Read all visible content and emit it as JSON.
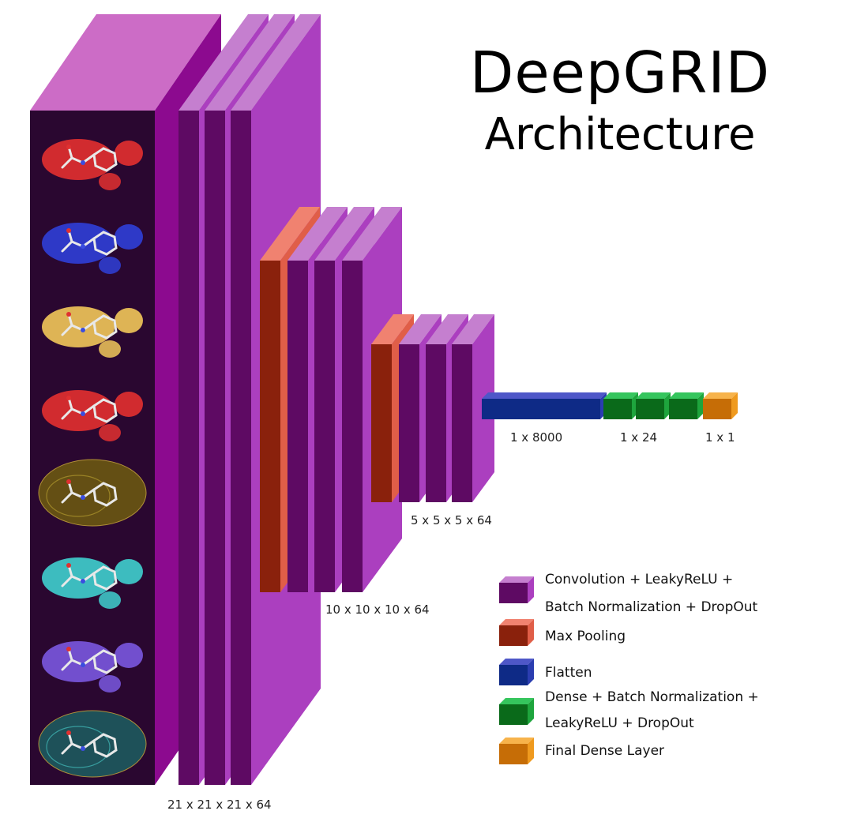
{
  "title": {
    "line1": "DeepGRID",
    "line2": "Architecture"
  },
  "colors": {
    "conv": {
      "front": "#5e0a63",
      "top": "#c57fcf",
      "side": "#ab3fbf"
    },
    "input": {
      "front": "#2a0730",
      "top": "#cc6cc6",
      "side": "#8c0a8f"
    },
    "pool": {
      "front": "#8a210c",
      "top": "#f08270",
      "side": "#e05e48"
    },
    "flatten": {
      "front": "#0e2a86",
      "top": "#4e57c8",
      "side": "#2b3db0"
    },
    "dense": {
      "front": "#0a6a1a",
      "top": "#35c55d",
      "side": "#1ea53d"
    },
    "final": {
      "front": "#c66d06",
      "top": "#f7b34b",
      "side": "#ef9a1f"
    }
  },
  "input_channels": [
    {
      "icon": "red-density-icon",
      "color": "#e33030"
    },
    {
      "icon": "blue-density-icon",
      "color": "#2f3fd8"
    },
    {
      "icon": "yellow-density-icon",
      "color": "#f2c85a"
    },
    {
      "icon": "red-density-icon",
      "color": "#e33030"
    },
    {
      "icon": "olive-surface-icon",
      "color": "#6f5c10"
    },
    {
      "icon": "cyan-density-icon",
      "color": "#3fd0cf"
    },
    {
      "icon": "violet-density-icon",
      "color": "#7a58e0"
    },
    {
      "icon": "teal-surface-icon",
      "color": "#1c5f61"
    }
  ],
  "shape_labels": {
    "block1": "21 x 21 x 21 x 64",
    "block2": "10 x 10 x 10 x 64",
    "block3": "5 x 5 x 5 x 64",
    "flatten": "1 x 8000",
    "dense": "1 x 24",
    "final": "1 x 1"
  },
  "legend": [
    {
      "key": "conv",
      "lines": [
        "Convolution + LeakyReLU +",
        "Batch Normalization + DropOut"
      ]
    },
    {
      "key": "pool",
      "lines": [
        "Max Pooling"
      ]
    },
    {
      "key": "flatten",
      "lines": [
        "Flatten"
      ]
    },
    {
      "key": "dense",
      "lines": [
        "Dense + Batch Normalization +",
        "LeakyReLU + DropOut"
      ]
    },
    {
      "key": "final",
      "lines": [
        "Final Dense Layer"
      ]
    }
  ]
}
